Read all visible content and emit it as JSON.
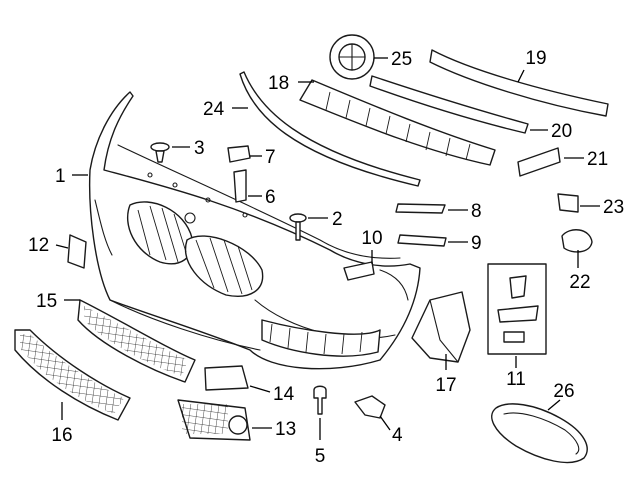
{
  "callouts": [
    {
      "number": "1"
    },
    {
      "number": "2"
    },
    {
      "number": "3"
    },
    {
      "number": "4"
    },
    {
      "number": "5"
    },
    {
      "number": "6"
    },
    {
      "number": "7"
    },
    {
      "number": "8"
    },
    {
      "number": "9"
    },
    {
      "number": "10"
    },
    {
      "number": "11"
    },
    {
      "number": "12"
    },
    {
      "number": "13"
    },
    {
      "number": "14"
    },
    {
      "number": "15"
    },
    {
      "number": "16"
    },
    {
      "number": "17"
    },
    {
      "number": "18"
    },
    {
      "number": "19"
    },
    {
      "number": "20"
    },
    {
      "number": "21"
    },
    {
      "number": "22"
    },
    {
      "number": "23"
    },
    {
      "number": "24"
    },
    {
      "number": "25"
    },
    {
      "number": "26"
    }
  ],
  "colors": {
    "line": "#1a1a1a",
    "background": "#ffffff"
  }
}
